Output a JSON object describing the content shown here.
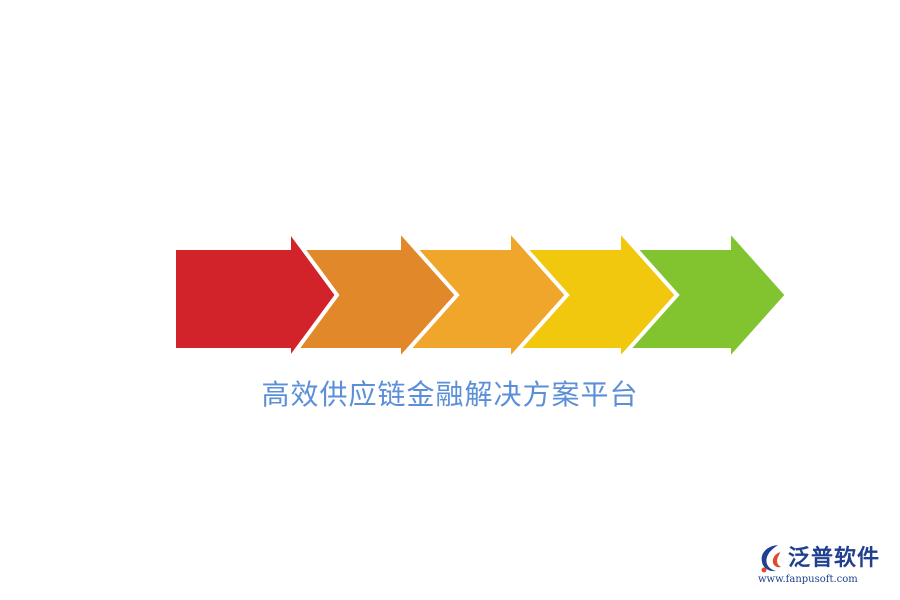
{
  "diagram": {
    "caption": "高效供应链金融解决方案平台",
    "arrows": [
      {
        "name": "arrow-red",
        "color": "#d2232a"
      },
      {
        "name": "arrow-dark-orange",
        "color": "#e0882a"
      },
      {
        "name": "arrow-orange",
        "color": "#f0a62a"
      },
      {
        "name": "arrow-yellow",
        "color": "#f2c80f"
      },
      {
        "name": "arrow-green",
        "color": "#82c42f"
      }
    ]
  },
  "brand": {
    "name": "泛普软件",
    "url": "www.fanpusoft.com",
    "logo_icon": "fanpu-logo-icon",
    "color": "#1f3f8f"
  }
}
